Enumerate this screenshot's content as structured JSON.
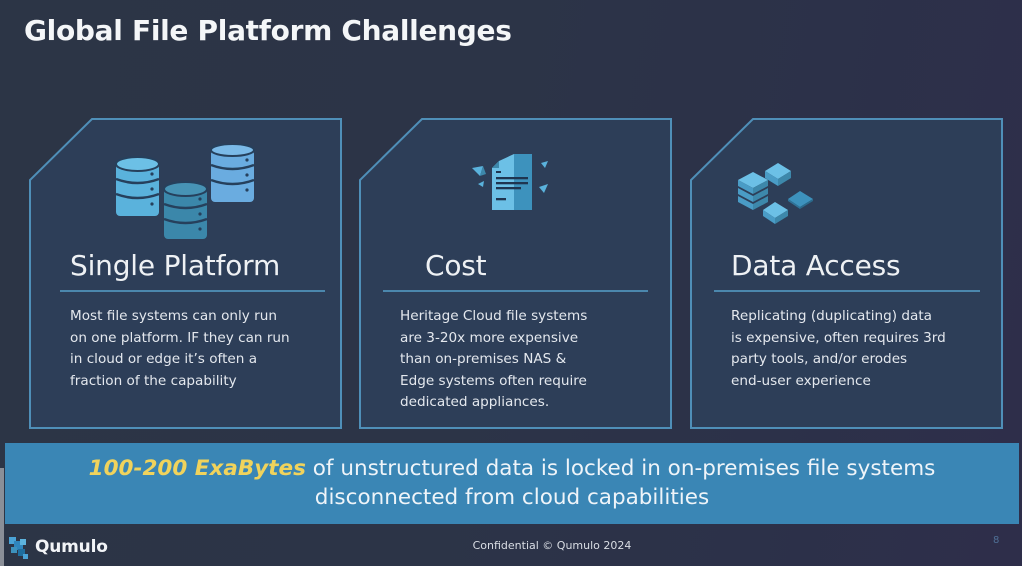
{
  "slide": {
    "title": "Global File Platform Challenges",
    "page_number": "8"
  },
  "colors": {
    "background": "#2c3447",
    "card_fill": "#2d3e58",
    "card_border": "#4f8fb8",
    "banner_fill": "#3a86b5",
    "highlight_yellow": "#f0d35c",
    "icon_light_blue": "#5db3dd",
    "icon_mid_blue": "#3d88ab"
  },
  "cards": [
    {
      "icon": "database-stack-icon",
      "heading": "Single Platform",
      "body_lines": [
        "Most file systems can only run",
        "on one platform. IF they can run",
        "in cloud or edge it’s often a",
        "fraction of the capability"
      ]
    },
    {
      "icon": "document-cost-icon",
      "heading": "Cost",
      "body_lines": [
        "Heritage Cloud file systems",
        "are 3-20x more expensive",
        "than on-premises NAS &",
        "Edge systems often require",
        "dedicated appliances."
      ]
    },
    {
      "icon": "data-blocks-icon",
      "heading": "Data Access",
      "body_lines": [
        "Replicating (duplicating) data",
        "is expensive, often requires 3rd",
        "party tools, and/or erodes",
        "end-user experience"
      ]
    }
  ],
  "banner": {
    "highlight": "100-200 ExaBytes",
    "line1_rest": " of unstructured data is locked in on-premises file systems",
    "line2": "disconnected from cloud capabilities"
  },
  "footer": {
    "logo_text": "Qumulo",
    "confidential": "Confidential © Qumulo 2024"
  }
}
